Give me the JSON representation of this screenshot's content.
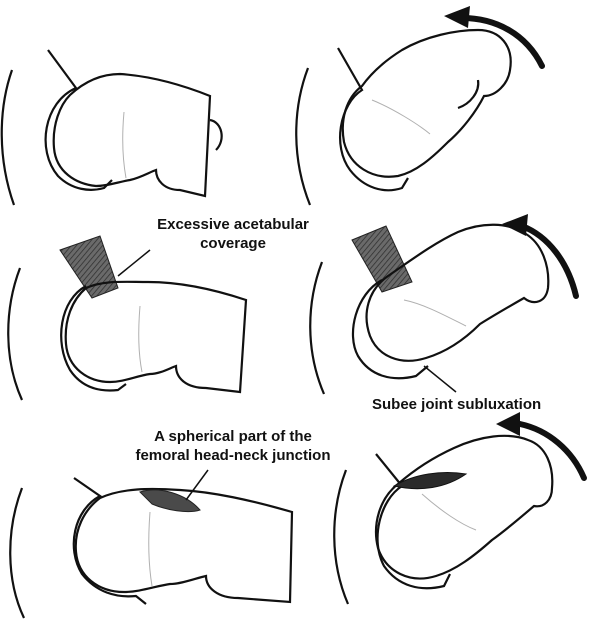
{
  "labels": {
    "excessive_coverage": [
      "Excessive acetabular",
      "coverage"
    ],
    "subluxation": "Subee joint subluxation",
    "aspherical": [
      "A spherical part of the",
      "femoral head-neck junction"
    ]
  },
  "colors": {
    "line": "#111111",
    "shading": "#4a4a4a",
    "bump": "#2a2a2a",
    "neck_line": "#b0b0b0"
  }
}
